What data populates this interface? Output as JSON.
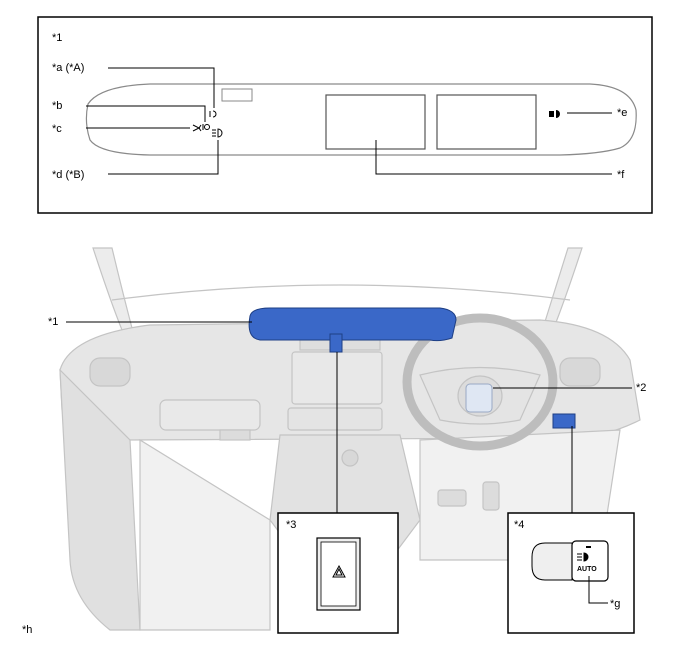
{
  "callouts": {
    "c1_top": "*1",
    "a": "*a (*A)",
    "b": "*b",
    "c": "*c",
    "d": "*d (*B)",
    "e": "*e",
    "f": "*f",
    "c1_main": "*1",
    "c2": "*2",
    "c3": "*3",
    "c4": "*4",
    "g": "*g",
    "h": "*h"
  },
  "switch_text": {
    "auto": "AUTO"
  },
  "colors": {
    "highlight_blue": "#3a68c8",
    "interior_gray": "#d6d6d6",
    "line": "#000000"
  }
}
